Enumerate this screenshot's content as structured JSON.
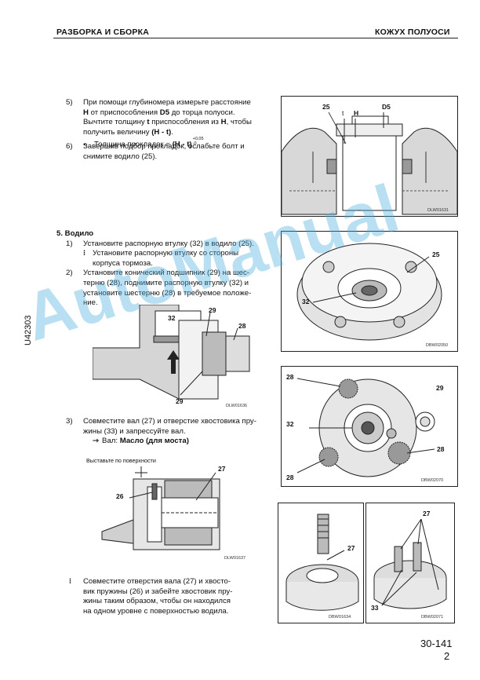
{
  "header": {
    "left": "РАЗБОРКА И СБОРКА",
    "right": "КОЖУХ ПОЛУОСИ"
  },
  "side_code": "U42303",
  "step5": {
    "num": "5)",
    "line1": "При помощи глубиномера измерьте расстояние",
    "line2_b": "H",
    "line2": " от приспособления ",
    "line2_b2": "D5",
    "line2_end": " до торца полуоси.",
    "line3": "Вычтите толщину ",
    "line3_b": "t",
    "line3_mid": " приспособления из ",
    "line3_b2": "H",
    "line3_end": ", чтобы",
    "line4": "получить величину ",
    "line4_b": "(H - t)",
    "line4_end": ".",
    "bullet": "•",
    "line5": "Толщина прокладок = ",
    "line5_b": "(H - t)",
    "line5_tol": "+0.05 / -0",
    "tol_top": "+0,05",
    "tol_bot": "-0"
  },
  "step6": {
    "num": "6)",
    "line1": "Завершив подбор прокладок, ослабьте болт и",
    "line2": "снимите водило (25)."
  },
  "section5": {
    "title": "5.  Водило",
    "s1_num": "1)",
    "s1": "Установите распорную втулку (32) в водило (25).",
    "s1_note_sym": "⁝",
    "s1_note1": "Установите распорную втулку со стороны",
    "s1_note2": "корпуса тормоза.",
    "s2_num": "2)",
    "s2_1": "Установите конический подшипник (29) на шес-",
    "s2_2": "терню (28), поднимите распорную втулку (32) и",
    "s2_3": "установите шестерню (28) в требуемое положе-",
    "s2_4": "ние.",
    "s3_num": "3)",
    "s3_1": "Совместите вал (27) и отверстие хвостовика пру-",
    "s3_2": "жины (33) и запрессуйте вал.",
    "s3_oil_sym": "⇾",
    "s3_oil": "Вал: ",
    "s3_oil_b": "Масло (для моста)",
    "note_sym": "⁝",
    "note1": "Совместите отверстия вала (27) и хвосто-",
    "note2": "вик пружины (26) и забейте хвостовик пру-",
    "note3": "жины таким образом, чтобы он находился",
    "note4": "на одном уровне с поверхностью водила."
  },
  "figures": {
    "fig1": {
      "code": "DLW01631",
      "labels": [
        "25",
        "t",
        "H",
        "D5"
      ]
    },
    "fig2": {
      "code": "DBW02050",
      "labels": [
        "25",
        "32"
      ]
    },
    "fig3": {
      "code": "DLW01636",
      "labels": [
        "32",
        "29",
        "28",
        "29"
      ]
    },
    "fig4": {
      "code": "DBW02070",
      "labels": [
        "28",
        "29",
        "32",
        "28",
        "28"
      ]
    },
    "fig5": {
      "code": "DLW01637",
      "caption": "Выставьте по поверхности",
      "labels": [
        "27",
        "26"
      ]
    },
    "fig6": {
      "code": "DBW01634",
      "labels": [
        "27"
      ]
    },
    "fig7": {
      "code": "DBW02071",
      "labels": [
        "27",
        "33"
      ]
    }
  },
  "watermark": "AutoManual",
  "footer": {
    "page": "30-141",
    "sub": "2"
  }
}
